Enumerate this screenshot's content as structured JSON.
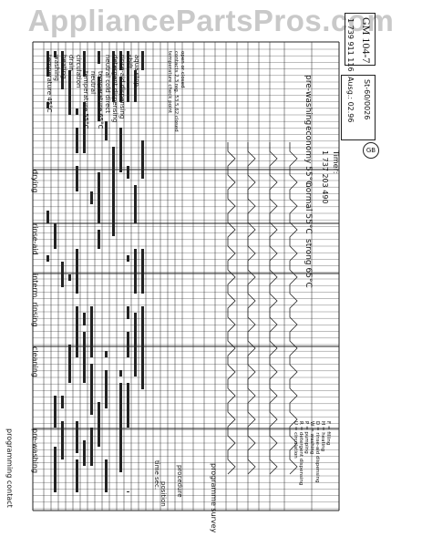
{
  "site": {
    "watermark": "AppliancePartsPros.com"
  },
  "header": {
    "doc_code_1": "GM 104-7",
    "doc_code_2": "1 739 911 116",
    "edition": "Ausg.: 02.96",
    "reference": "St-60/0026",
    "region_mark": "GB"
  },
  "timer": {
    "label": "Timer:",
    "number": "1 737 203 490"
  },
  "phases": [
    "pre-washing",
    "cleaning",
    "interm. rinsing",
    "rinse-aid",
    "drying"
  ],
  "contacts": {
    "title": "programming contact",
    "numbers": [
      "1",
      "2",
      "3",
      "4",
      "5",
      "6",
      "7",
      "8",
      "9"
    ],
    "functions": [
      "temperature 45°C",
      "washing",
      "heating",
      "drain",
      "circulation",
      "temperature 55°C",
      "neutral",
      "temperature 65°C",
      "neutral cold direct",
      "detergent dispensing",
      "rinse-aid dispensing",
      "shift",
      "aqua stop"
    ]
  },
  "survey": {
    "title": "programme survey",
    "programmes": [
      "pre-washing",
      "economy 55°C",
      "normal 55°C",
      "strong 65°C"
    ],
    "position_label": "position",
    "procedure_label": "procedure",
    "time_label": "time sec."
  },
  "legend": {
    "items": [
      "F = filling",
      "H = heating",
      "D = rinse-aid dispensing",
      "W = washing",
      "P = pumping",
      "R = detergent dispensing",
      "U = circulation"
    ]
  },
  "notes": {
    "temperature_note": "temperature check point",
    "symbol_note": "contacts 2,3 reg. 53.5,62 closed",
    "open_closed": "open or closed"
  }
}
